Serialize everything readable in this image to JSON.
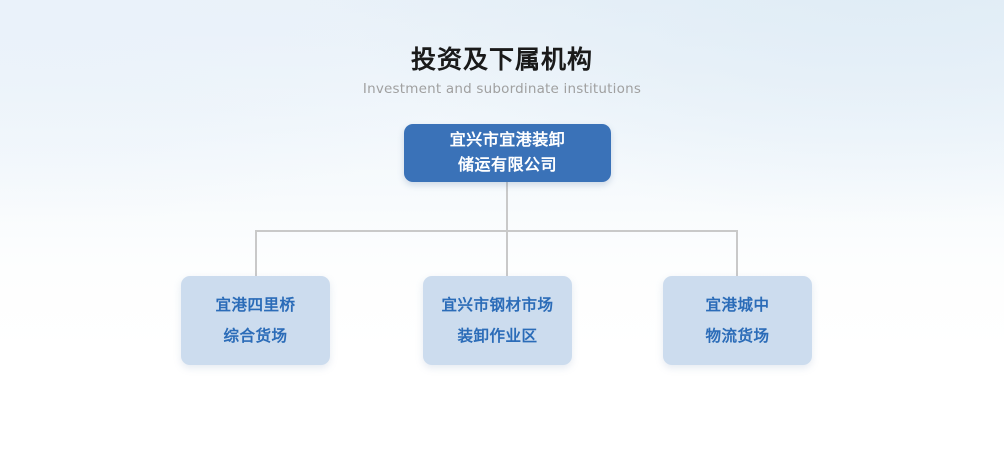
{
  "header": {
    "title_cn": "投资及下属机构",
    "title_en": "Investment and subordinate institutions"
  },
  "colors": {
    "root_fill": "#3a72b8",
    "root_text": "#ffffff",
    "child_fill": "#ccdcee",
    "child_text": "#2b6cb8",
    "connector": "#c9c9c9",
    "title_text": "#1a1a1a",
    "subtitle_text": "#a0a0a0",
    "background_top": "#e9f1f8",
    "background_bottom": "#ffffff"
  },
  "chart": {
    "type": "org-chart",
    "root": {
      "line1": "宜兴市宜港装卸",
      "line2": "储运有限公司"
    },
    "children": [
      {
        "line1": "宜港四里桥",
        "line2": "综合货场"
      },
      {
        "line1": "宜兴市钢材市场",
        "line2": "装卸作业区"
      },
      {
        "line1": "宜港城中",
        "line2": "物流货场"
      }
    ]
  }
}
